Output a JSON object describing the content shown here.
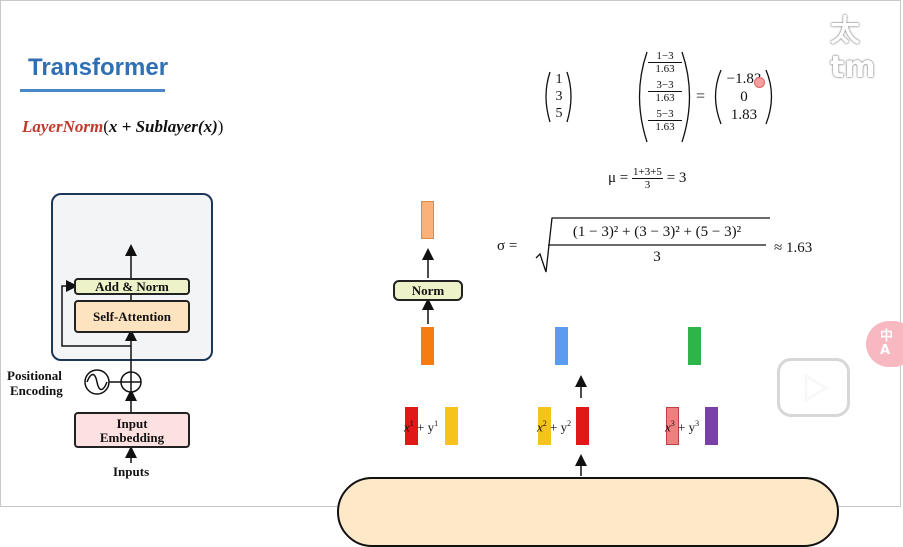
{
  "slide": {
    "title": "Transformer",
    "formula_func": "LayerNorm",
    "formula_open": "(",
    "formula_arg": "x + Sublayer(x)",
    "formula_close": ")"
  },
  "diagram": {
    "add_norm": "Add & Norm",
    "self_attention": "Self-Attention",
    "positional_line1": "Positional",
    "positional_line2": "Encoding",
    "input_line1": "Input",
    "input_line2": "Embedding",
    "inputs": "Inputs",
    "norm": "Norm"
  },
  "math": {
    "vector": [
      "1",
      "3",
      "5"
    ],
    "normalized_num": [
      "1−3",
      "3−3",
      "5−3"
    ],
    "normalized_den": "1.63",
    "equals": "=",
    "result": [
      "−1.83",
      "0",
      "1.83"
    ],
    "mu_lhs": "μ =",
    "mu_num": "1+3+5",
    "mu_den": "3",
    "mu_rhs": "= 3",
    "sigma_lhs": "σ  =",
    "sigma_num": "(1 − 3)² + (3 − 3)² + (5 − 3)²",
    "sigma_den": "3",
    "sigma_rhs": "≈  1.63"
  },
  "tokens": [
    {
      "x": "x",
      "sup_x": "1",
      "plus": "+ y",
      "sup_y": "1"
    },
    {
      "x": "x",
      "sup_x": "2",
      "plus": "+ y",
      "sup_y": "2"
    },
    {
      "x": "x",
      "sup_x": "3",
      "plus": "+ y",
      "sup_y": "3"
    }
  ],
  "colors": {
    "title_blue": "#2f6fb2",
    "formula_red": "#c0392b",
    "panel_bg": "#f3f4f6",
    "panel_border": "#1f3558",
    "add_norm_fill": "#eef2c8",
    "self_attention_fill": "#fde3c0",
    "embedding_fill": "#fde0e0",
    "norm_fill": "#eef2c8",
    "out_orange_light": "#f9b27a",
    "out_orange": "#f47c10",
    "out_blue": "#5b9cf0",
    "out_green": "#2db54a",
    "x1_red": "#e01818",
    "y1_yellow": "#f6c21c",
    "x2_yellow": "#f6c21c",
    "y2_red": "#e01818",
    "x3_pink": "#f08080",
    "y3_purple": "#7b3fa8",
    "bottom_panel": "#fde9c8"
  },
  "overlay": {
    "watermark": "太tm",
    "side_badge_line1": "中",
    "side_badge_line2": "A",
    "play_icon": "play-icon"
  }
}
